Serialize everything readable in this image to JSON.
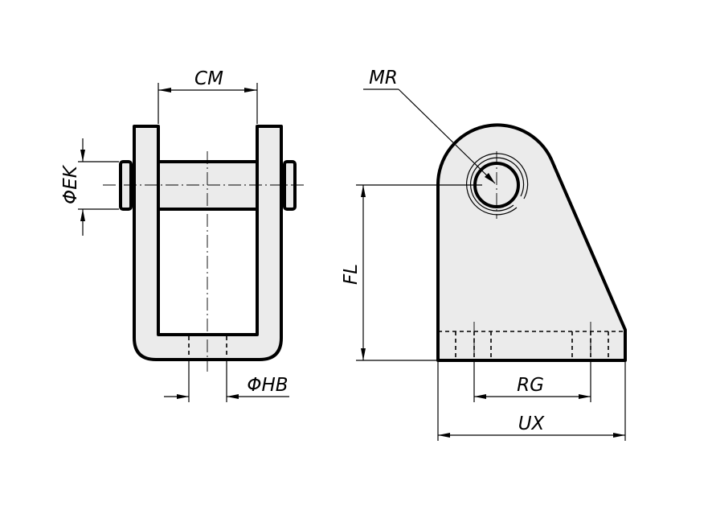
{
  "drawing": {
    "colors": {
      "background": "#ffffff",
      "part_fill": "#ebebeb",
      "line": "#000000"
    },
    "dimensions": {
      "cm": "CM",
      "ek": "ΦEK",
      "hb": "ΦHB",
      "mr": "MR",
      "fl": "FL",
      "rg": "RG",
      "ux": "UX"
    }
  }
}
